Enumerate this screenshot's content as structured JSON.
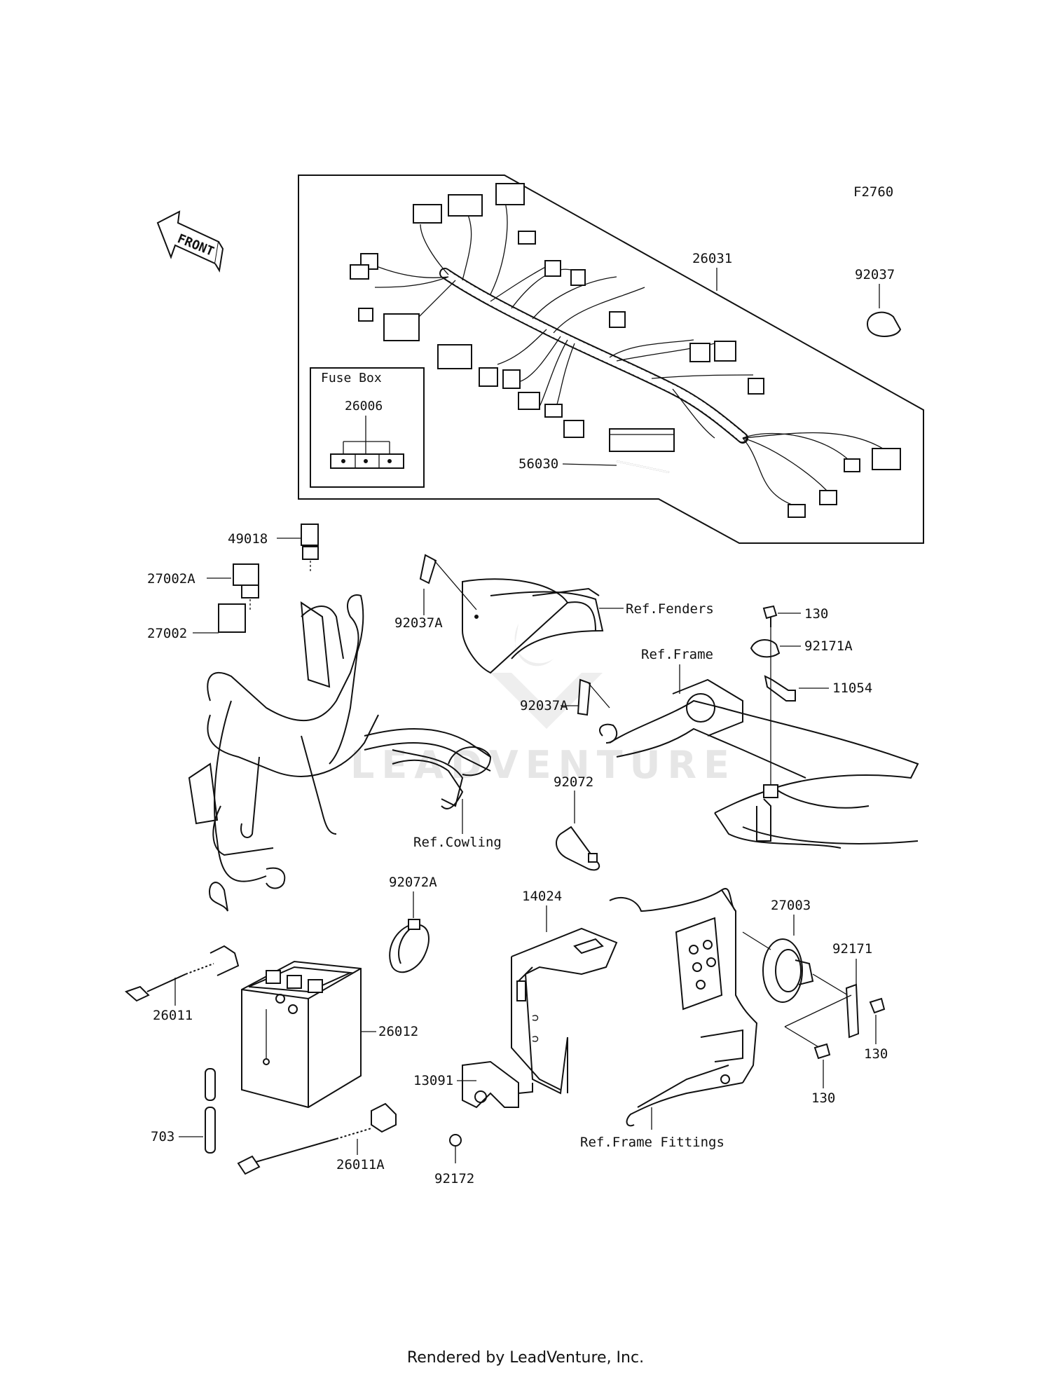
{
  "diagram": {
    "code": "F2760",
    "front_label": "FRONT",
    "fuse_box": {
      "title": "Fuse Box",
      "part": "26006"
    },
    "watermark": "LEADVENTURE",
    "footer": "Rendered by LeadVenture, Inc.",
    "parts": {
      "p26031": "26031",
      "p92037": "92037",
      "p56030": "56030",
      "p49018": "49018",
      "p27002A": "27002A",
      "p27002": "27002",
      "p92037A_1": "92037A",
      "p92037A_2": "92037A",
      "ref_fenders": "Ref.Fenders",
      "ref_frame": "Ref.Frame",
      "p130_1": "130",
      "p92171A": "92171A",
      "p11054": "11054",
      "ref_cowling": "Ref.Cowling",
      "p92072": "92072",
      "p92072A": "92072A",
      "p14024": "14024",
      "p27003": "27003",
      "p92171": "92171",
      "p130_2": "130",
      "p130_3": "130",
      "p26011": "26011",
      "p26012": "26012",
      "p703": "703",
      "p13091": "13091",
      "p26011A": "26011A",
      "p92172": "92172",
      "ref_frame_fittings": "Ref.Frame Fittings"
    }
  }
}
